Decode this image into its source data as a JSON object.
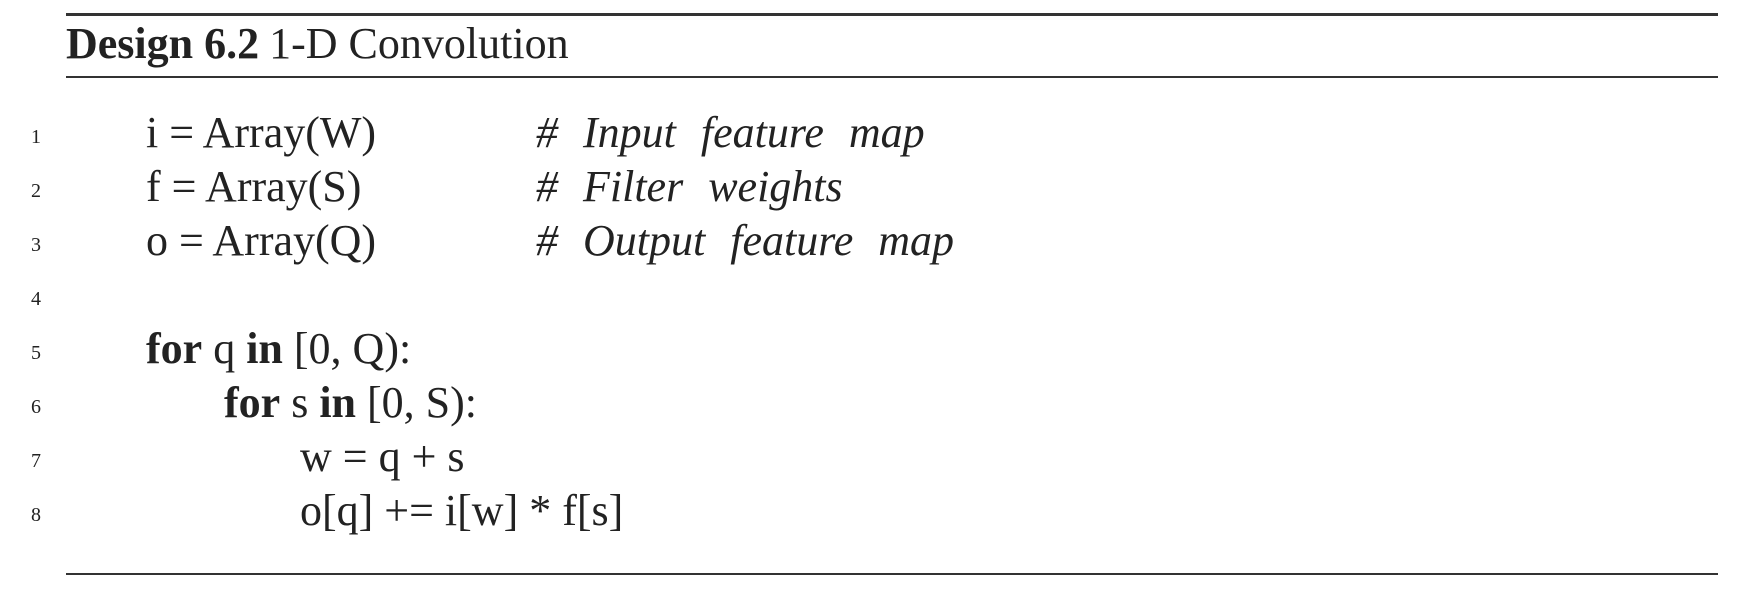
{
  "caption": {
    "label": "Design 6.2",
    "title": "1-D Convolution"
  },
  "code": {
    "lines": [
      {
        "num": "1",
        "code": "i = Array(W)",
        "comment": "# Input feature map"
      },
      {
        "num": "2",
        "code": "f = Array(S)",
        "comment": "# Filter weights"
      },
      {
        "num": "3",
        "code": "o = Array(Q)",
        "comment": "# Output feature map"
      },
      {
        "num": "4"
      },
      {
        "num": "5",
        "kw1": "for",
        "var": "q",
        "kw2": "in",
        "range": "[0, Q):"
      },
      {
        "num": "6",
        "kw1": "for",
        "var": "s",
        "kw2": "in",
        "range": "[0, S):"
      },
      {
        "num": "7",
        "code": "w = q + s"
      },
      {
        "num": "8",
        "code": "o[q] += i[w] * f[s]"
      }
    ]
  }
}
